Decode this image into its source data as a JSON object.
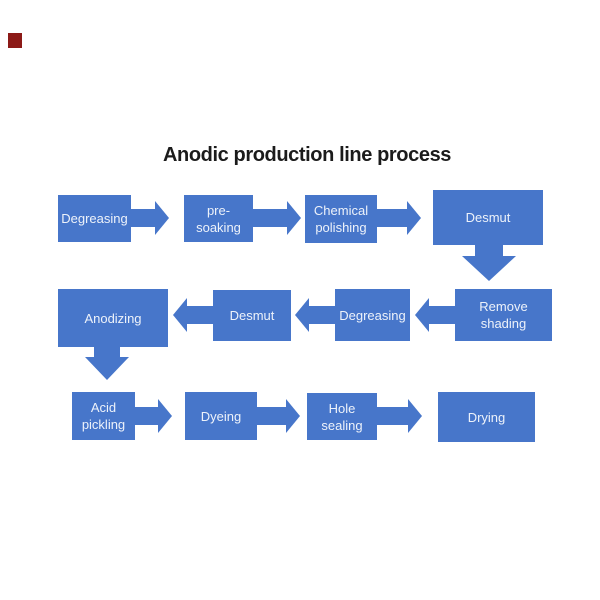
{
  "title": "Anodic production line process",
  "colors": {
    "box_blue": "#4776CA",
    "box_text": "#EDF2FA",
    "title_text": "#1B1B1B",
    "background": "#FFFFFF",
    "corner_marker_red": "#8C1A17"
  },
  "nodes": [
    {
      "id": "degreasing-1",
      "lines": [
        "Degreasing"
      ]
    },
    {
      "id": "pre-soaking",
      "lines": [
        "pre-",
        "soaking"
      ]
    },
    {
      "id": "chemical-polishing",
      "lines": [
        "Chemical",
        "polishing"
      ]
    },
    {
      "id": "desmut-1",
      "lines": [
        "Desmut"
      ]
    },
    {
      "id": "remove-shading",
      "lines": [
        "Remove",
        "shading"
      ]
    },
    {
      "id": "degreasing-2",
      "lines": [
        "Degreasing"
      ]
    },
    {
      "id": "desmut-2",
      "lines": [
        "Desmut"
      ]
    },
    {
      "id": "anodizing",
      "lines": [
        "Anodizing"
      ]
    },
    {
      "id": "acid-pickling",
      "lines": [
        "Acid",
        "pickling"
      ]
    },
    {
      "id": "dyeing",
      "lines": [
        "Dyeing"
      ]
    },
    {
      "id": "hole-sealing",
      "lines": [
        "Hole",
        "sealing"
      ]
    },
    {
      "id": "drying",
      "lines": [
        "Drying"
      ]
    }
  ],
  "connections": [
    {
      "from": "Degreasing",
      "to": "pre-soaking",
      "direction": "right"
    },
    {
      "from": "pre-soaking",
      "to": "Chemical polishing",
      "direction": "right"
    },
    {
      "from": "Chemical polishing",
      "to": "Desmut",
      "direction": "right"
    },
    {
      "from": "Desmut",
      "to": "Remove shading",
      "direction": "down"
    },
    {
      "from": "Remove shading",
      "to": "Degreasing",
      "direction": "left"
    },
    {
      "from": "Degreasing",
      "to": "Desmut",
      "direction": "left"
    },
    {
      "from": "Desmut",
      "to": "Anodizing",
      "direction": "left"
    },
    {
      "from": "Anodizing",
      "to": "Acid pickling",
      "direction": "down"
    },
    {
      "from": "Acid pickling",
      "to": "Dyeing",
      "direction": "right"
    },
    {
      "from": "Dyeing",
      "to": "Hole sealing",
      "direction": "right"
    },
    {
      "from": "Hole sealing",
      "to": "Drying",
      "direction": "right"
    }
  ]
}
